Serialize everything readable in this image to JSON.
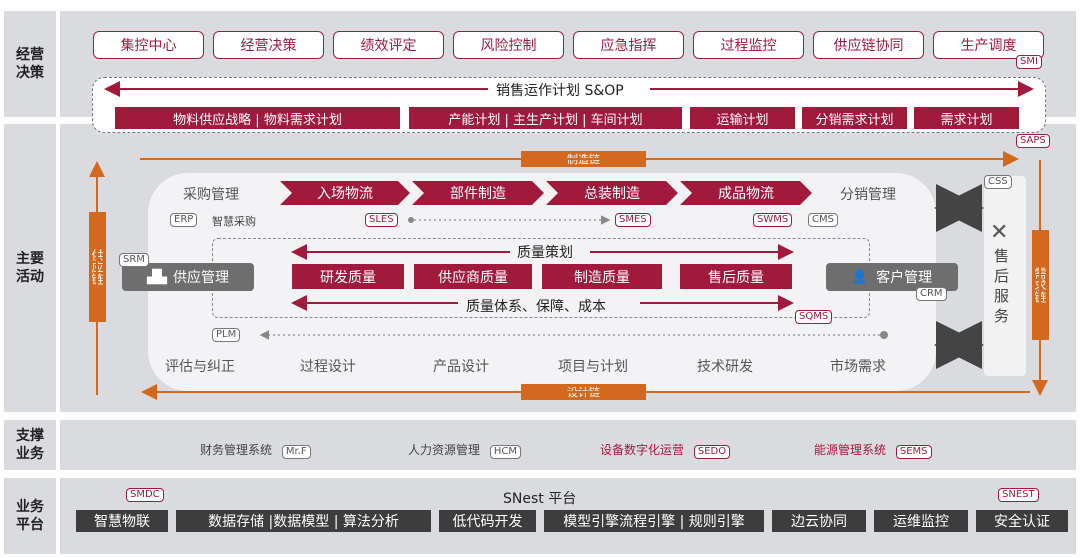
{
  "rows": {
    "decision": "经营\n决策",
    "main": "主要\n活动",
    "support": "支撑\n业务",
    "platform": "业务\n平台"
  },
  "top_buttons": [
    "集控中心",
    "经营决策",
    "绩效评定",
    "风险控制",
    "应急指挥",
    "过程监控",
    "供应链协同",
    "生产调度"
  ],
  "tags": {
    "smi": "SMI",
    "saps": "SAPS",
    "css": "CSS",
    "erp": "ERP",
    "sles": "SLES",
    "smes": "SMES",
    "swms": "SWMS",
    "cms": "CMS",
    "srm": "SRM",
    "crm": "CRM",
    "plm": "PLM",
    "sqms": "SQMS",
    "mrf": "Mr.F",
    "hcm": "HCM",
    "sedo": "SEDO",
    "sems": "SEMS",
    "smdc": "SMDC",
    "snest": "SNEST"
  },
  "sop": {
    "title": "销售运作计划 S&OP",
    "bars": [
      "物料供应战略 | 物料需求计划",
      "产能计划 | 主生产计划 | 车间计划",
      "运输计划",
      "分销需求计划",
      "需求计划"
    ]
  },
  "chains": {
    "manufacturing": "制造链",
    "design": "设计链",
    "supply": "供应链",
    "demand": "需求链"
  },
  "flow": {
    "start": "采购管理",
    "steps": [
      "入场物流",
      "部件制造",
      "总装制造",
      "成品物流"
    ],
    "end": "分销管理"
  },
  "erp_sub": "智慧采购",
  "quality": {
    "planning": "质量策划",
    "items": [
      "研发质量",
      "供应商质量",
      "制造质量",
      "售后质量"
    ],
    "system": "质量体系、保障、成本"
  },
  "supply_mgmt": "供应管理",
  "customer_mgmt": "客户管理",
  "after_sales": "售后服务",
  "bottom_flow": [
    "评估与纠正",
    "过程设计",
    "产品设计",
    "项目与计划",
    "技术研发",
    "市场需求"
  ],
  "support_systems": [
    {
      "name": "财务管理系统",
      "tag": "Mr.F"
    },
    {
      "name": "人力资源管理",
      "tag": "HCM"
    },
    {
      "name": "设备数字化运营",
      "tag": "SEDO"
    },
    {
      "name": "能源管理系统",
      "tag": "SEMS"
    }
  ],
  "platform": {
    "title": "SNest 平台",
    "bars": [
      "智慧物联",
      "数据存储 |数据模型 | 算法分析",
      "低代码开发",
      "模型引擎流程引擎 | 规则引擎",
      "边云协同",
      "运维监控",
      "安全认证"
    ]
  },
  "colors": {
    "accent": "#a01a3c",
    "orange": "#d2691e",
    "panel": "#dadbdf"
  }
}
